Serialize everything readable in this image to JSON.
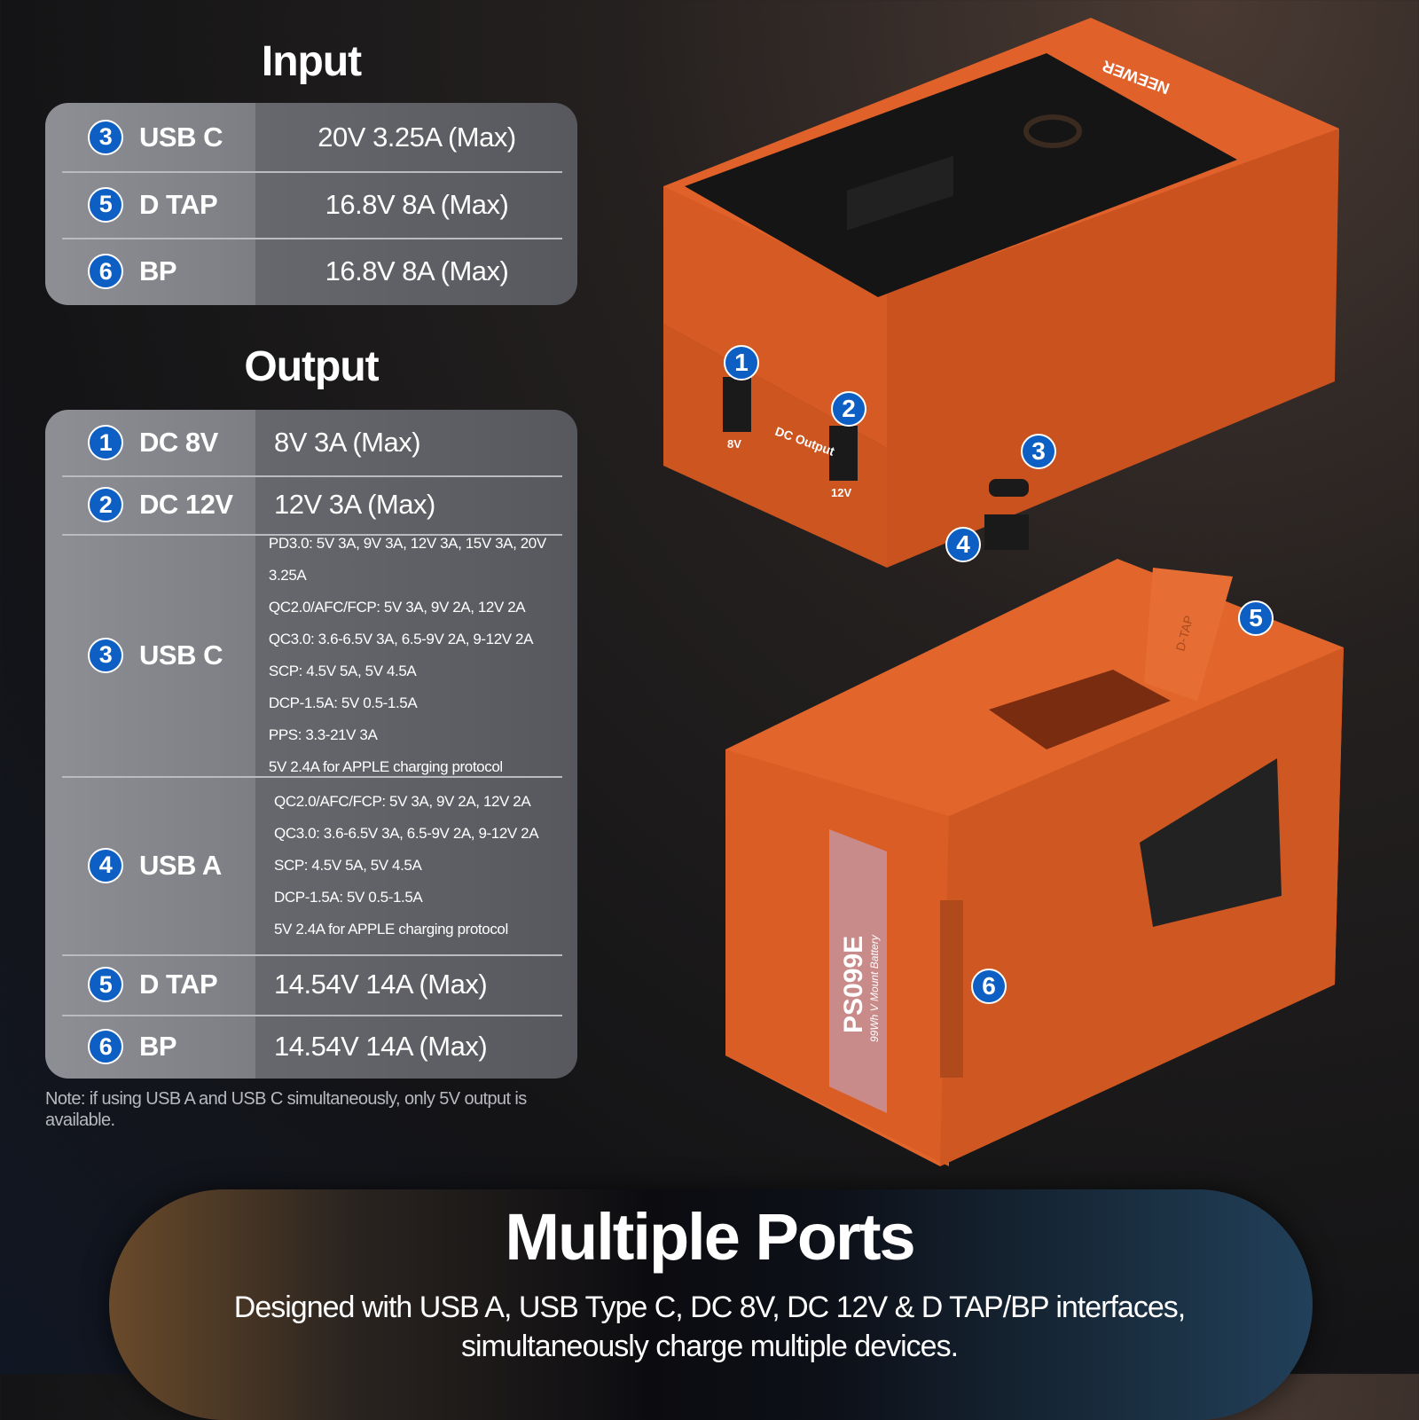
{
  "input": {
    "title": "Input",
    "rows": [
      {
        "badge": "3",
        "port": "USB C",
        "value": "20V 3.25A (Max)"
      },
      {
        "badge": "5",
        "port": "D TAP",
        "value": "16.8V 8A (Max)"
      },
      {
        "badge": "6",
        "port": "BP",
        "value": "16.8V 8A (Max)"
      }
    ]
  },
  "output": {
    "title": "Output",
    "rows": [
      {
        "badge": "1",
        "port": "DC 8V",
        "value": "8V 3A (Max)"
      },
      {
        "badge": "2",
        "port": "DC 12V",
        "value": "12V 3A (Max)"
      },
      {
        "badge": "3",
        "port": "USB C",
        "lines": [
          "PD3.0: 5V 3A, 9V 3A, 12V 3A, 15V 3A, 20V 3.25A",
          "QC2.0/AFC/FCP: 5V 3A, 9V 2A, 12V 2A",
          "QC3.0: 3.6-6.5V 3A, 6.5-9V 2A, 9-12V 2A",
          "SCP: 4.5V 5A, 5V 4.5A",
          "DCP-1.5A: 5V 0.5-1.5A",
          "PPS: 3.3-21V 3A",
          "5V 2.4A for APPLE charging protocol"
        ]
      },
      {
        "badge": "4",
        "port": "USB A",
        "lines": [
          "QC2.0/AFC/FCP: 5V 3A, 9V 2A, 12V 2A",
          "QC3.0: 3.6-6.5V 3A, 6.5-9V 2A, 9-12V 2A",
          "SCP: 4.5V 5A, 5V 4.5A",
          "DCP-1.5A: 5V 0.5-1.5A",
          "5V 2.4A for APPLE charging protocol"
        ]
      },
      {
        "badge": "5",
        "port": "D TAP",
        "value": "14.54V 14A (Max)"
      },
      {
        "badge": "6",
        "port": "BP",
        "value": "14.54V 14A (Max)"
      }
    ]
  },
  "note": "Note: if using USB A and USB C simultaneously, only 5V output is available.",
  "product": {
    "brand": "NEEWER",
    "model": "PS099E",
    "model_desc": "99Wh V Mount Battery",
    "dc_label": "DC Output",
    "port_8v": "8V",
    "port_12v": "12V",
    "dtap": "D-TAP",
    "markers": [
      "1",
      "2",
      "3",
      "4",
      "5",
      "6"
    ],
    "color": "#e8652a"
  },
  "banner": {
    "title": "Multiple Ports",
    "subtitle_1": "Designed with USB A, USB Type C, DC 8V, DC 12V & D TAP/BP interfaces,",
    "subtitle_2": "simultaneously charge multiple devices."
  },
  "colors": {
    "badge": "#0d5fc4",
    "product": "#e8652a"
  }
}
